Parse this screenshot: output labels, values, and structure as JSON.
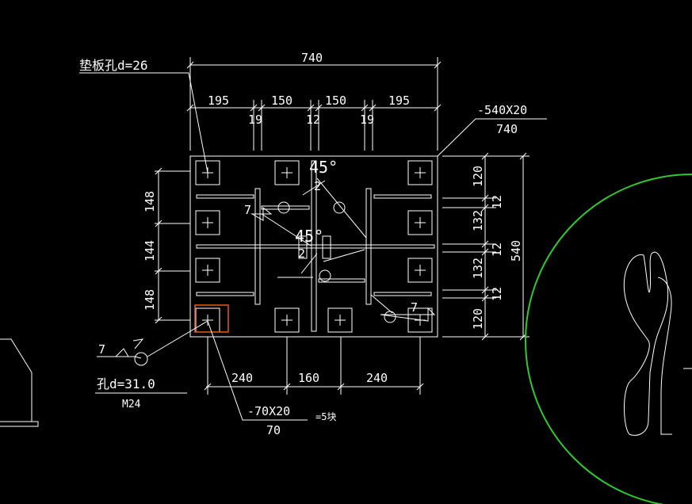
{
  "colors": {
    "background": "#000000",
    "lines": "#ffffff",
    "circle": "#32c832",
    "highlight": "#e05a1e"
  },
  "labels": {
    "pad_hole": "垫板孔d=26",
    "overall_width": "740",
    "top_dims": [
      "195",
      "150",
      "150",
      "195"
    ],
    "top_sub_dims": [
      "19",
      "12",
      "19"
    ],
    "plate_spec": "-540X20",
    "plate_len": "740",
    "right_dims": [
      "120",
      "132",
      "132",
      "120"
    ],
    "right_small": [
      "12",
      "12",
      "12"
    ],
    "overall_height": "540",
    "left_dims": [
      "148",
      "144",
      "148"
    ],
    "bottom_dims": [
      "240",
      "160",
      "240"
    ],
    "hole": "孔d=31.0",
    "bolt": "M24",
    "washer_spec": "-70X20",
    "washer_len": "70",
    "washer_count": "=5块",
    "weld_7_left": "7",
    "weld_7_mid": "7",
    "weld_7_right": "7",
    "angle_top": "45°",
    "angle_mid": "45°",
    "weld_2_top": "2",
    "weld_2_mid": "2"
  }
}
